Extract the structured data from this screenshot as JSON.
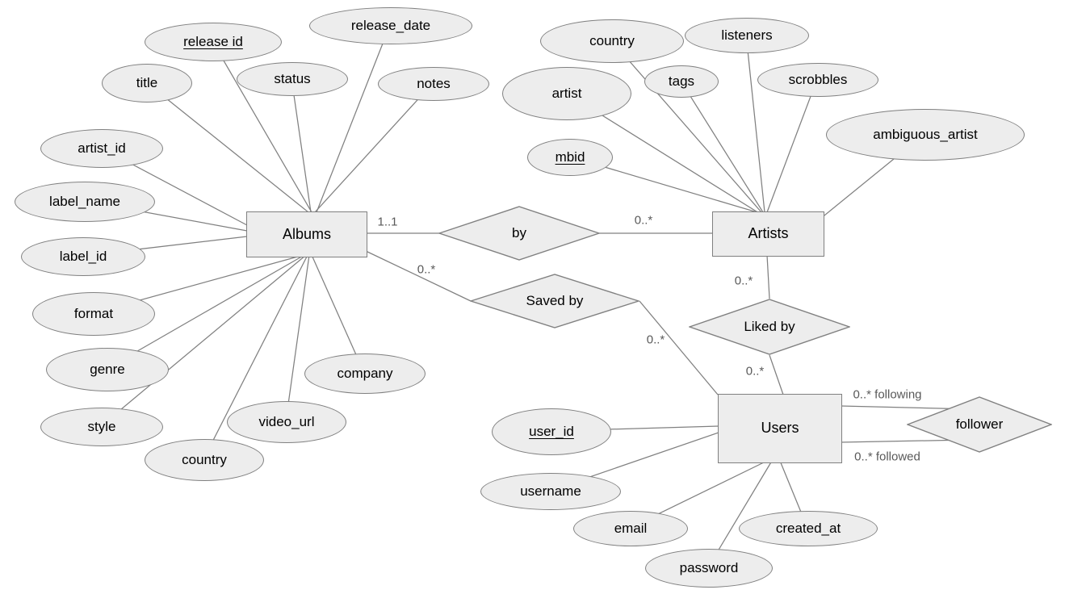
{
  "diagram_type": "entity-relationship-diagram",
  "entities": {
    "albums": {
      "label": "Albums"
    },
    "artists": {
      "label": "Artists"
    },
    "users": {
      "label": "Users"
    }
  },
  "relationships": {
    "by": {
      "label": "by"
    },
    "saved_by": {
      "label": "Saved by"
    },
    "liked_by": {
      "label": "Liked by"
    },
    "follower": {
      "label": "follower"
    }
  },
  "attributes": {
    "release_id": {
      "label": "release id",
      "primary_key": true
    },
    "release_date": {
      "label": "release_date"
    },
    "title": {
      "label": "title"
    },
    "status": {
      "label": "status"
    },
    "notes": {
      "label": "notes"
    },
    "artist_id": {
      "label": "artist_id"
    },
    "label_name": {
      "label": "label_name"
    },
    "label_id": {
      "label": "label_id"
    },
    "format": {
      "label": "format"
    },
    "genre": {
      "label": "genre"
    },
    "style": {
      "label": "style"
    },
    "albums_country": {
      "label": "country"
    },
    "video_url": {
      "label": "video_url"
    },
    "company": {
      "label": "company"
    },
    "artists_country": {
      "label": "country"
    },
    "listeners": {
      "label": "listeners"
    },
    "tags": {
      "label": "tags"
    },
    "scrobbles": {
      "label": "scrobbles"
    },
    "artist": {
      "label": "artist"
    },
    "mbid": {
      "label": "mbid",
      "primary_key": true
    },
    "ambiguous_artist": {
      "label": "ambiguous_artist"
    },
    "user_id": {
      "label": "user_id",
      "primary_key": true
    },
    "username": {
      "label": "username"
    },
    "email": {
      "label": "email"
    },
    "password": {
      "label": "password"
    },
    "created_at": {
      "label": "created_at"
    }
  },
  "cardinalities": {
    "albums_by": "1..1",
    "by_artists": "0..*",
    "albums_saved_by": "0..*",
    "saved_by_users": "0..*",
    "artists_liked_by": "0..*",
    "liked_by_users": "0..*",
    "users_following": "0..* following",
    "users_followed": "0..*  followed"
  },
  "colors": {
    "shape_fill": "#ededed",
    "shape_border": "#808080",
    "connector": "#808080",
    "label_text": "#000000",
    "cardinality_text": "#595959",
    "background": "#ffffff"
  }
}
